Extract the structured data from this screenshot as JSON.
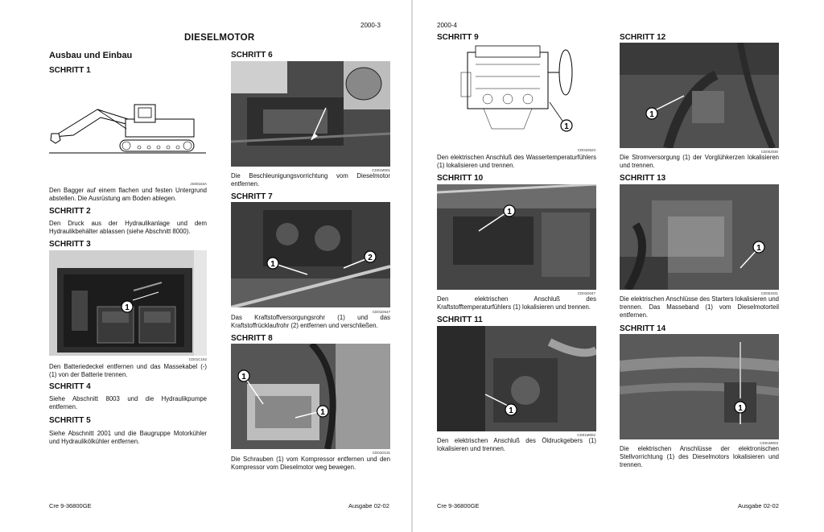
{
  "left": {
    "page_number": "2000-3",
    "title": "DIESELMOTOR",
    "section": "Ausbau und Einbau",
    "steps": [
      {
        "label": "SCHRITT 1",
        "code": "JS00163A",
        "text": "Den Bagger auf einem flachen und festen Untergrund abstellen. Die Ausrüstung am Boden ablegen."
      },
      {
        "label": "SCHRITT 2",
        "text": "Den Druck aus der Hydraulikanlage und dem Hydraulikbehälter ablassen (siehe Abschnitt 8000)."
      },
      {
        "label": "SCHRITT 3",
        "code": "CD01C162",
        "text": "Den Batteriedeckel entfernen und das Massekabel (-) (1) von der Batterie trennen."
      },
      {
        "label": "SCHRITT 4",
        "text": "Siehe Abschnitt 8003 und die Hydraulikpumpe entfernen."
      },
      {
        "label": "SCHRITT 5",
        "text": "Siehe Abschnitt 2001 und die Baugruppe Motorkühler und Hydraulikölkühler entfernen."
      },
      {
        "label": "SCHRITT 6",
        "code": "CD01M001",
        "text": "Die Beschleunigungsvorrichtung vom Dieselmotor entfernen."
      },
      {
        "label": "SCHRITT 7",
        "code": "CD01D547",
        "text": "Das Kraftstoffversorgungsrohr (1) und das Kraftstoffrücklaufrohr (2) entfernen und verschließen."
      },
      {
        "label": "SCHRITT 8",
        "code": "CD01D131",
        "text": "Die Schrauben (1) vom Kompressor entfernen und den Kompressor vom Dieselmotor weg bewegen."
      }
    ],
    "footer_left": "Cre 9-36800GE",
    "footer_right": "Ausgabe 02-02"
  },
  "right": {
    "page_number": "2000-4",
    "steps": [
      {
        "label": "SCHRITT 9",
        "code": "CD01D523",
        "text": "Den elektrischen Anschluß des Wassertemperaturfühlers (1) lokalisieren und trennen."
      },
      {
        "label": "SCHRITT 10",
        "code": "CD01D047",
        "text": "Den elektrischen Anschluß des Kraftstofftemperaturfühlers (1) lokalisieren und trennen."
      },
      {
        "label": "SCHRITT 11",
        "code": "CD01M002",
        "text": "Den elektrischen Anschluß des Öldruckgebers (1) lokalisieren und trennen."
      },
      {
        "label": "SCHRITT 12",
        "code": "CD00J030",
        "text": "Die Stromversorgung (1) der Vorglühkerzen lokalisieren und trennen."
      },
      {
        "label": "SCHRITT 13",
        "code": "CD00J031",
        "text": "Die elektrischen Anschlüsse des Starters lokalisieren und trennen. Das Masseband (1) vom Dieselmotorteil entfernen."
      },
      {
        "label": "SCHRITT 14",
        "code": "CD01M003",
        "text": "Die elektrischen Anschlüsse der elektronischen Stellvorrichtung (1) des Dieselmotors lokalisieren und trennen."
      }
    ],
    "footer_left": "Cre 9-36800GE",
    "footer_right": "Ausgabe 02-02"
  },
  "callout_numbers": [
    "1",
    "2"
  ],
  "colors": {
    "photo_dark": "#3a3a3a",
    "text": "#111111",
    "paper": "#ffffff"
  }
}
